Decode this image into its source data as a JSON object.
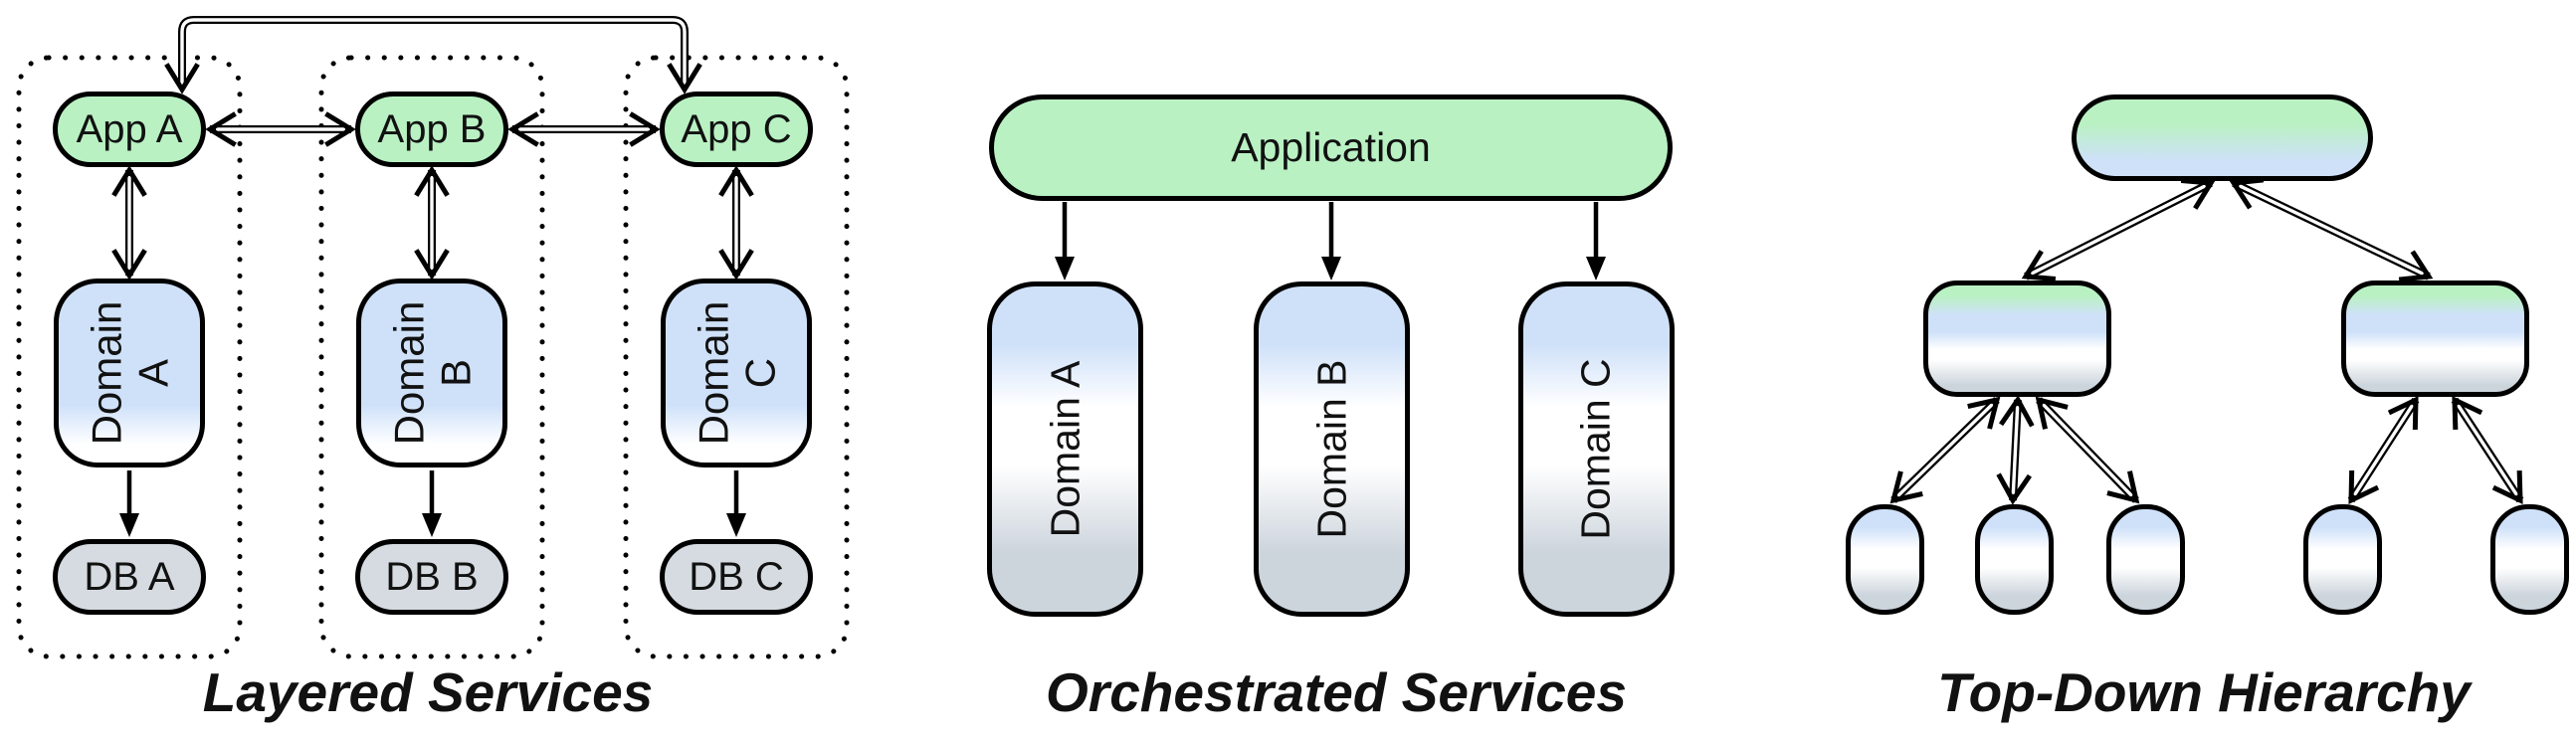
{
  "colors": {
    "background": "#ffffff",
    "node_green": "#b9f1c3",
    "node_blue": "#cfe1f9",
    "node_gray": "#d5dbe0",
    "node_gray_gradient": "#ccd4dc",
    "stroke": "#000000"
  },
  "layered": {
    "title": "Layered Services",
    "columns": [
      {
        "app": "App A",
        "domain_line1": "Domain",
        "domain_line2": "A",
        "db": "DB A"
      },
      {
        "app": "App B",
        "domain_line1": "Domain",
        "domain_line2": "B",
        "db": "DB B"
      },
      {
        "app": "App C",
        "domain_line1": "Domain",
        "domain_line2": "C",
        "db": "DB C"
      }
    ]
  },
  "orchestrated": {
    "title": "Orchestrated Services",
    "application": "Application",
    "domains": [
      "Domain A",
      "Domain B",
      "Domain C"
    ]
  },
  "hierarchy": {
    "title": "Top-Down Hierarchy"
  }
}
